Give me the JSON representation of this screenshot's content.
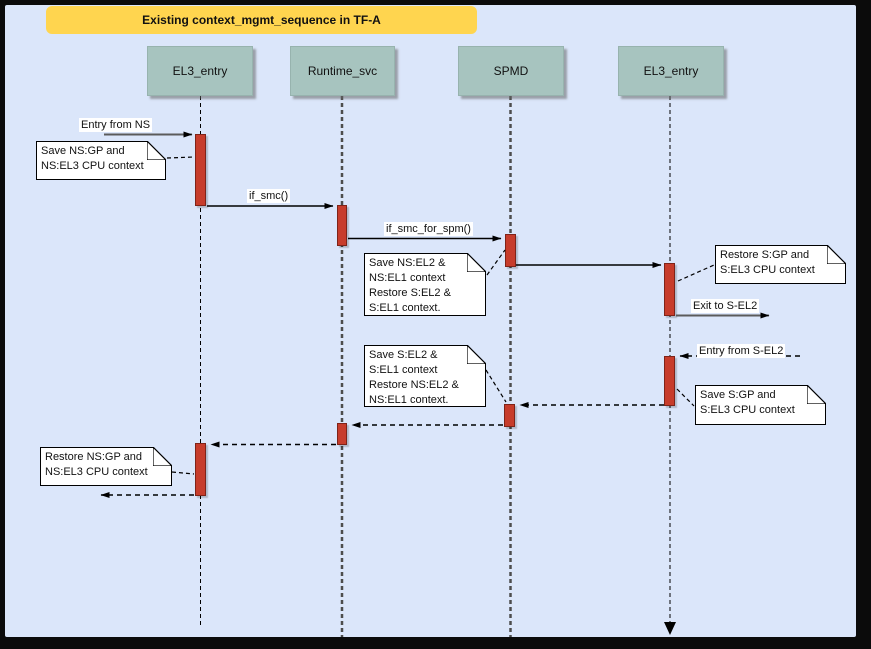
{
  "title": "Existing context_mgmt_sequence in TF-A",
  "actors": [
    {
      "label": "EL3_entry"
    },
    {
      "label": "Runtime_svc"
    },
    {
      "label": "SPMD"
    },
    {
      "label": "EL3_entry"
    }
  ],
  "messages": {
    "entry_from_ns": "Entry from NS",
    "if_smc": "if_smc()",
    "if_smc_for_spm": "if_smc_for_spm()",
    "exit_to_s_el2": "Exit to S-EL2",
    "entry_from_s_el2": "Entry from S-EL2"
  },
  "notes": [
    {
      "text": "Save NS:GP and\nNS:EL3 CPU context"
    },
    {
      "text": "Save NS:EL2 &\nNS:EL1 context\nRestore S:EL2 &\nS:EL1 context."
    },
    {
      "text": "Restore S:GP and\nS:EL3 CPU context"
    },
    {
      "text": "Save S:EL2 &\nS:EL1 context\nRestore NS:EL2 &\nNS:EL1 context."
    },
    {
      "text": "Save S:GP and\nS:EL3 CPU context"
    },
    {
      "text": "Restore NS:GP and\nNS:EL3 CPU context"
    }
  ],
  "colors": {
    "canvas_bg": "#dbe6fa",
    "title_bg": "#ffd54f",
    "actor_bg": "#a7c4bf",
    "activation": "#c73c2b",
    "activation_border": "#7f2318"
  }
}
